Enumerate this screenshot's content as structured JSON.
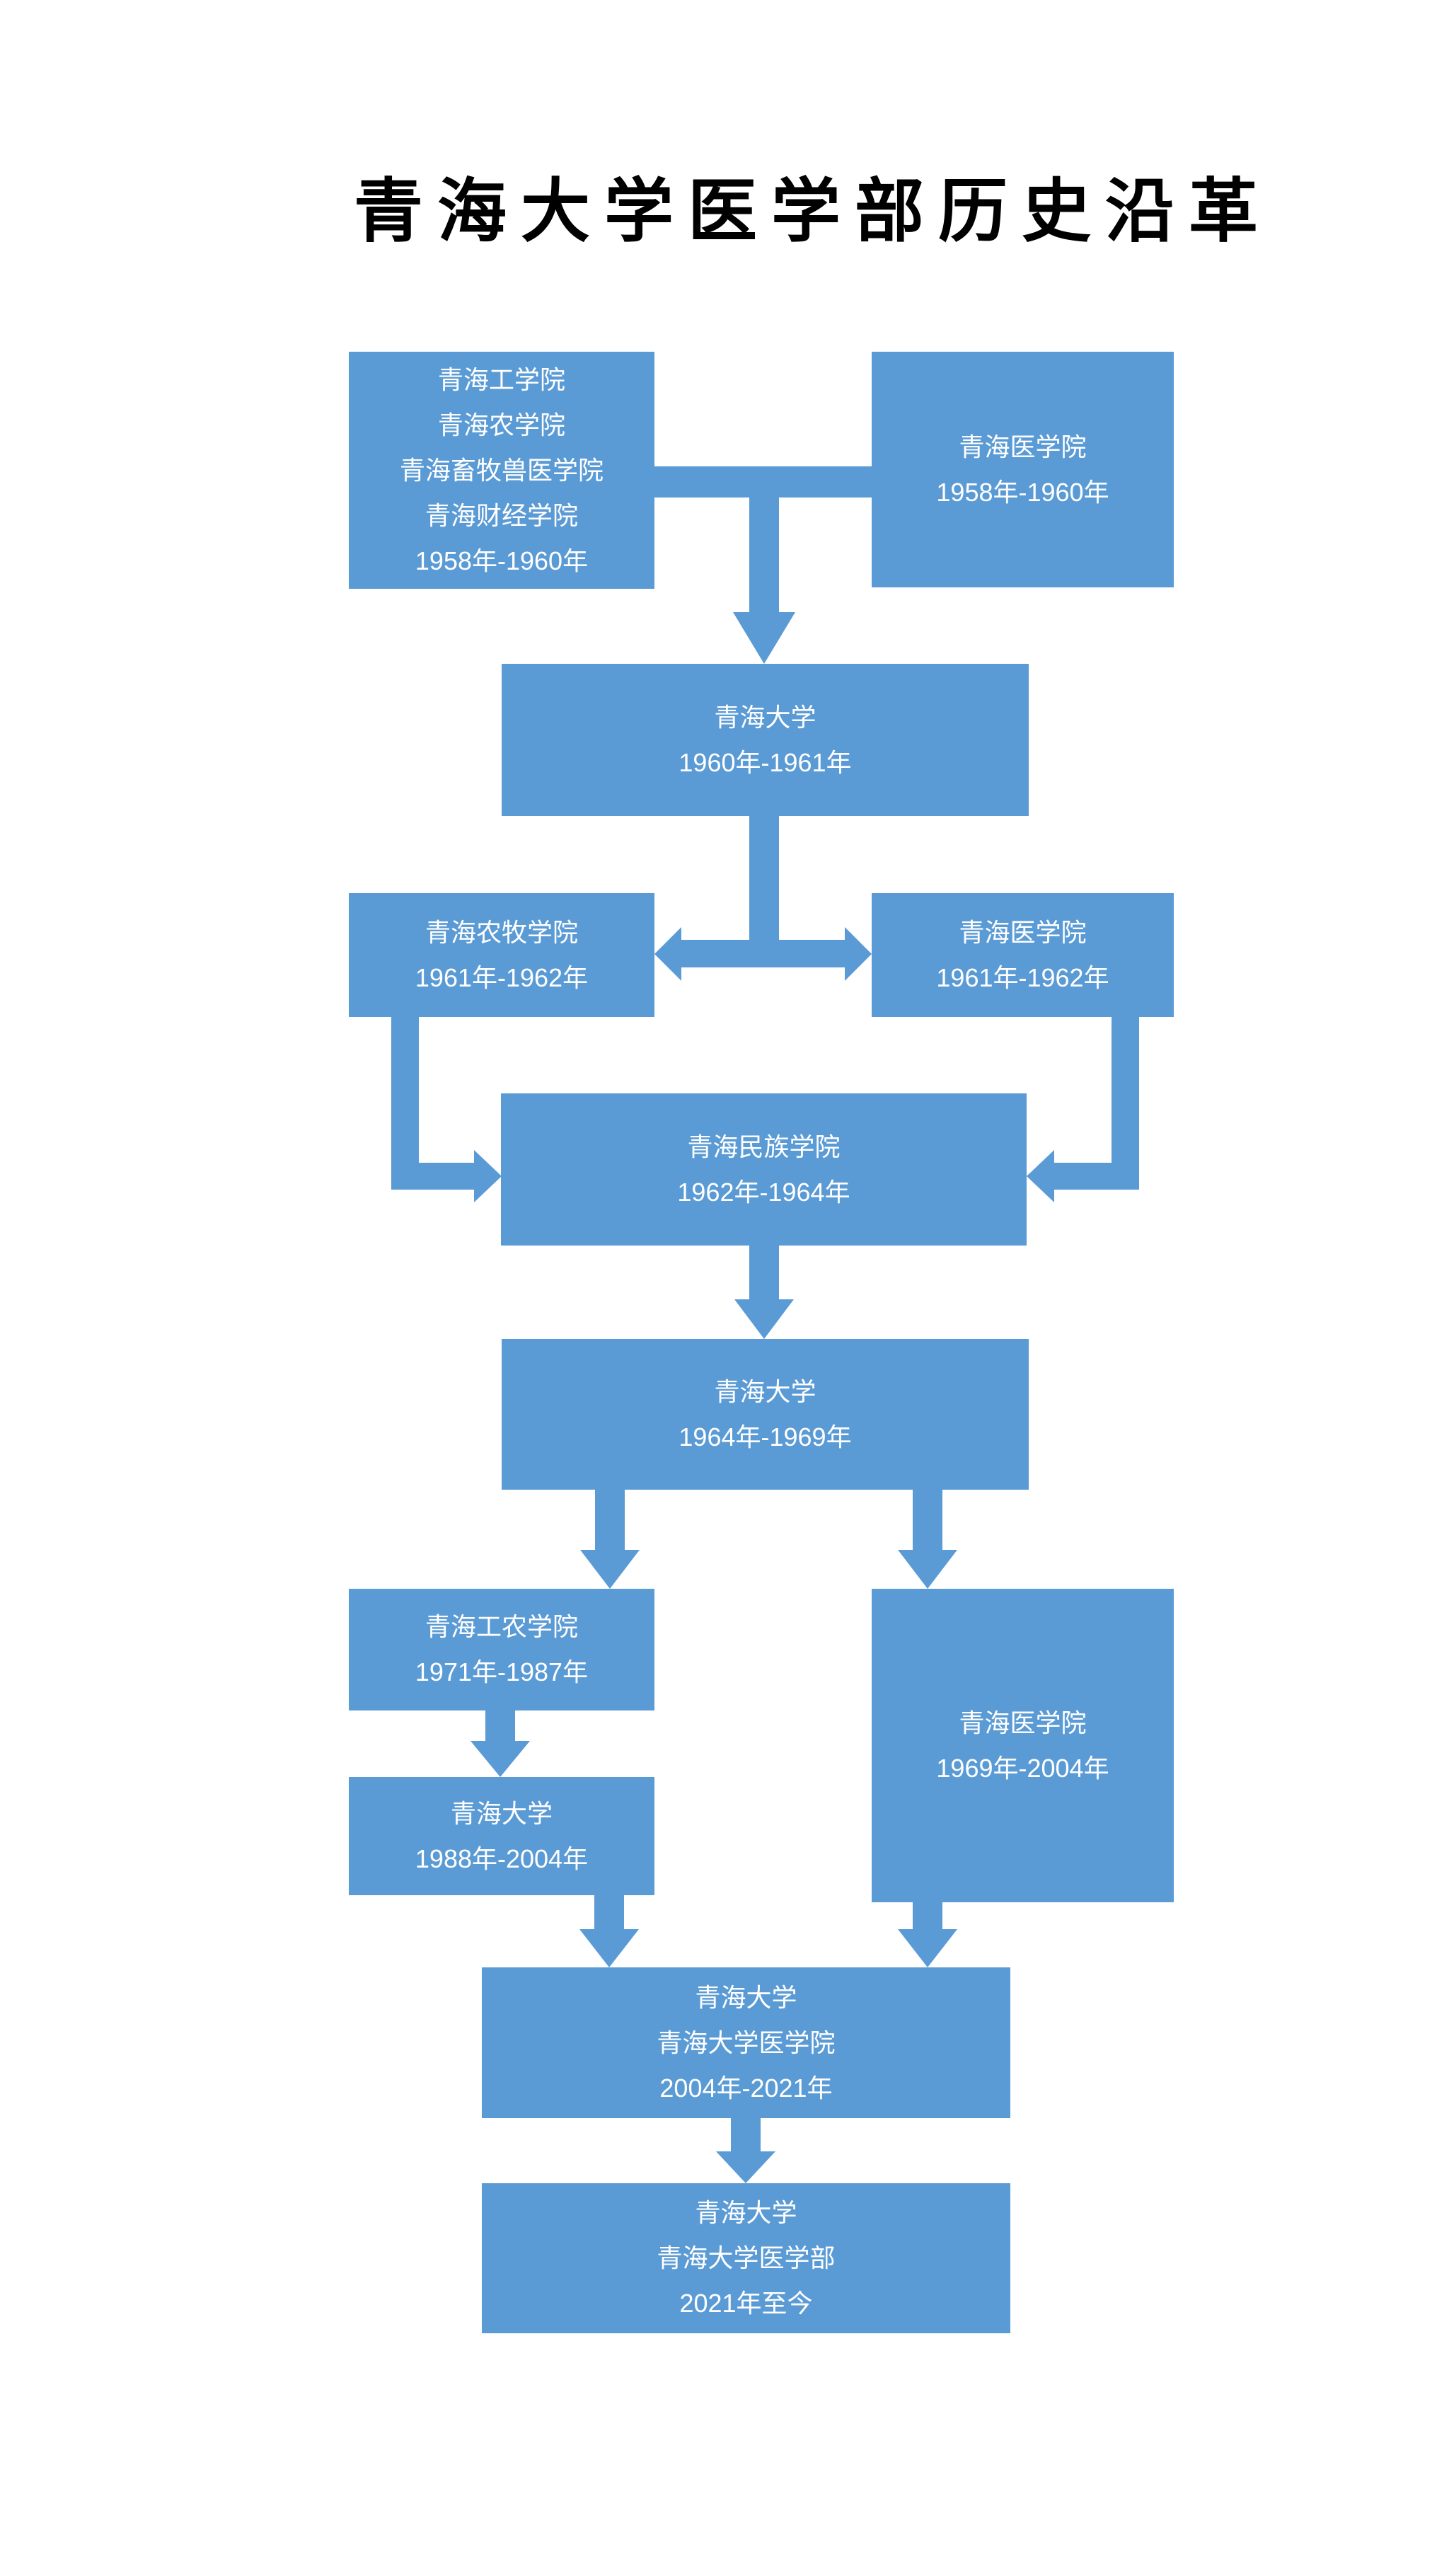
{
  "title": "青海大学医学部历史沿革",
  "colors": {
    "accent": "#5B9BD5",
    "node-text": "#FFFFFF",
    "title-text": "#000000",
    "background": "#FFFFFF"
  },
  "nodes": [
    {
      "id": "merge1958",
      "lines": [
        "青海工学院",
        "青海农学院",
        "青海畜牧兽医学院",
        "青海财经学院",
        "1958年-1960年"
      ]
    },
    {
      "id": "med1958",
      "lines": [
        "青海医学院",
        "1958年-1960年"
      ]
    },
    {
      "id": "qhu1960",
      "lines": [
        "青海大学",
        "1960年-1961年"
      ]
    },
    {
      "id": "nm1961",
      "lines": [
        "青海农牧学院",
        "1961年-1962年"
      ]
    },
    {
      "id": "med1961",
      "lines": [
        "青海医学院",
        "1961年-1962年"
      ]
    },
    {
      "id": "mz1962",
      "lines": [
        "青海民族学院",
        "1962年-1964年"
      ]
    },
    {
      "id": "qhu1964",
      "lines": [
        "青海大学",
        "1964年-1969年"
      ]
    },
    {
      "id": "gn1971",
      "lines": [
        "青海工农学院",
        "1971年-1987年"
      ]
    },
    {
      "id": "med1969",
      "lines": [
        "青海医学院",
        "1969年-2004年"
      ]
    },
    {
      "id": "qhu1988",
      "lines": [
        "青海大学",
        "1988年-2004年"
      ]
    },
    {
      "id": "merged2004",
      "lines": [
        "青海大学",
        "青海大学医学院",
        "2004年-2021年"
      ]
    },
    {
      "id": "final2021",
      "lines": [
        "青海大学",
        "青海大学医学部",
        "2021年至今"
      ]
    }
  ],
  "edges": [
    {
      "from": "merge1958",
      "to": "qhu1960",
      "style": "merge-bar-down-arrow"
    },
    {
      "from": "med1958",
      "to": "qhu1960",
      "style": "merge-bar-down-arrow"
    },
    {
      "from": "qhu1960",
      "to": "nm1961",
      "style": "split-double-arrow"
    },
    {
      "from": "qhu1960",
      "to": "med1961",
      "style": "split-double-arrow"
    },
    {
      "from": "nm1961",
      "to": "mz1962",
      "style": "elbow-right-arrow"
    },
    {
      "from": "med1961",
      "to": "mz1962",
      "style": "elbow-left-arrow"
    },
    {
      "from": "mz1962",
      "to": "qhu1964",
      "style": "down-arrow"
    },
    {
      "from": "qhu1964",
      "to": "gn1971",
      "style": "down-arrow"
    },
    {
      "from": "qhu1964",
      "to": "med1969",
      "style": "down-arrow"
    },
    {
      "from": "gn1971",
      "to": "qhu1988",
      "style": "down-arrow"
    },
    {
      "from": "qhu1988",
      "to": "merged2004",
      "style": "down-arrow"
    },
    {
      "from": "med1969",
      "to": "merged2004",
      "style": "down-arrow"
    },
    {
      "from": "merged2004",
      "to": "final2021",
      "style": "down-arrow"
    }
  ]
}
